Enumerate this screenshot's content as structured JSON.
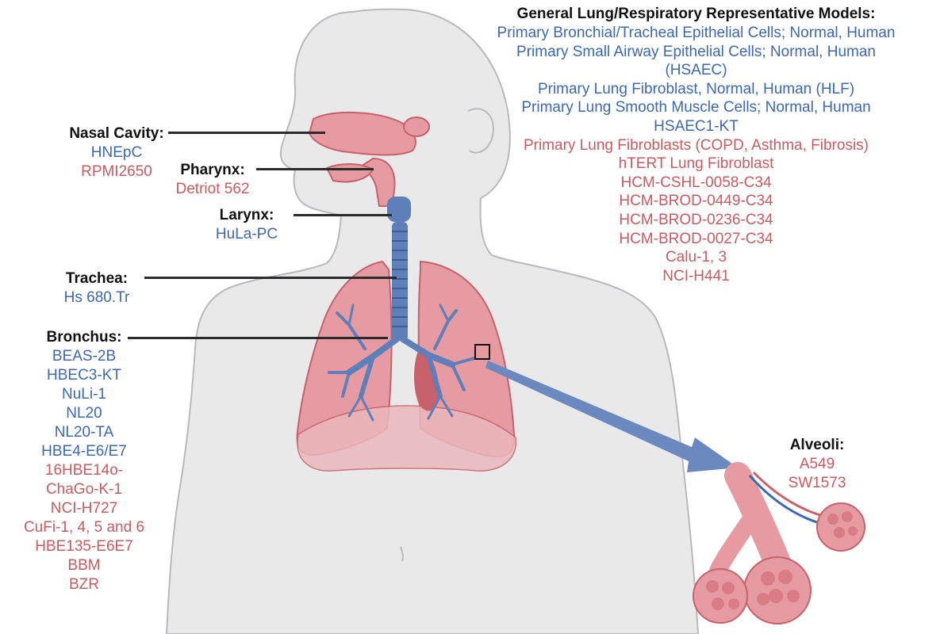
{
  "colors": {
    "body_fill": "#e9e9ea",
    "body_outline": "#b9b9bd",
    "organ_pink": "#e69aa1",
    "organ_pink_dark": "#c7616b",
    "airway_blue": "#5f7fb8",
    "heading": "#111111",
    "blue_label": "#3d68b0",
    "red_label": "#c65c61"
  },
  "general": {
    "title": "General Lung/Respiratory Representative Models:",
    "items": [
      {
        "text": "Primary Bronchial/Tracheal Epithelial Cells; Normal, Human",
        "color": "blue"
      },
      {
        "text": "Primary Small Airway Epithelial Cells; Normal, Human",
        "color": "blue"
      },
      {
        "text": "(HSAEC)",
        "color": "blue"
      },
      {
        "text": "Primary Lung Fibroblast, Normal, Human (HLF)",
        "color": "blue"
      },
      {
        "text": "Primary Lung Smooth Muscle Cells; Normal, Human",
        "color": "blue"
      },
      {
        "text": "HSAEC1-KT",
        "color": "blue"
      },
      {
        "text": "Primary Lung Fibroblasts (COPD, Asthma, Fibrosis)",
        "color": "red"
      },
      {
        "text": "hTERT Lung Fibroblast",
        "color": "red"
      },
      {
        "text": "HCM-CSHL-0058-C34",
        "color": "red"
      },
      {
        "text": "HCM-BROD-0449-C34",
        "color": "red"
      },
      {
        "text": "HCM-BROD-0236-C34",
        "color": "red"
      },
      {
        "text": "HCM-BROD-0027-C34",
        "color": "red"
      },
      {
        "text": "Calu-1, 3",
        "color": "red"
      },
      {
        "text": "NCI-H441",
        "color": "red"
      }
    ]
  },
  "nasal": {
    "title": "Nasal Cavity:",
    "items": [
      {
        "text": "HNEpC",
        "color": "blue"
      },
      {
        "text": "RPMI2650",
        "color": "red"
      }
    ]
  },
  "pharynx": {
    "title": "Pharynx:",
    "items": [
      {
        "text": "Detriot 562",
        "color": "red"
      }
    ]
  },
  "larynx": {
    "title": "Larynx:",
    "items": [
      {
        "text": "HuLa-PC",
        "color": "blue"
      }
    ]
  },
  "trachea": {
    "title": "Trachea:",
    "items": [
      {
        "text": "Hs 680.Tr",
        "color": "blue"
      }
    ]
  },
  "bronchus": {
    "title": "Bronchus:",
    "items": [
      {
        "text": "BEAS-2B",
        "color": "blue"
      },
      {
        "text": "HBEC3-KT",
        "color": "blue"
      },
      {
        "text": "NuLi-1",
        "color": "blue"
      },
      {
        "text": "NL20",
        "color": "blue"
      },
      {
        "text": "NL20-TA",
        "color": "blue"
      },
      {
        "text": "HBE4-E6/E7",
        "color": "blue"
      },
      {
        "text": "16HBE14o-",
        "color": "red"
      },
      {
        "text": "ChaGo-K-1",
        "color": "red"
      },
      {
        "text": "NCI-H727",
        "color": "red"
      },
      {
        "text": "CuFi-1, 4, 5 and 6",
        "color": "red"
      },
      {
        "text": "HBE135-E6E7",
        "color": "red"
      },
      {
        "text": "BBM",
        "color": "red"
      },
      {
        "text": "BZR",
        "color": "red"
      }
    ]
  },
  "alveoli": {
    "title": "Alveoli:",
    "items": [
      {
        "text": "A549",
        "color": "red"
      },
      {
        "text": "SW1573",
        "color": "red"
      }
    ]
  }
}
